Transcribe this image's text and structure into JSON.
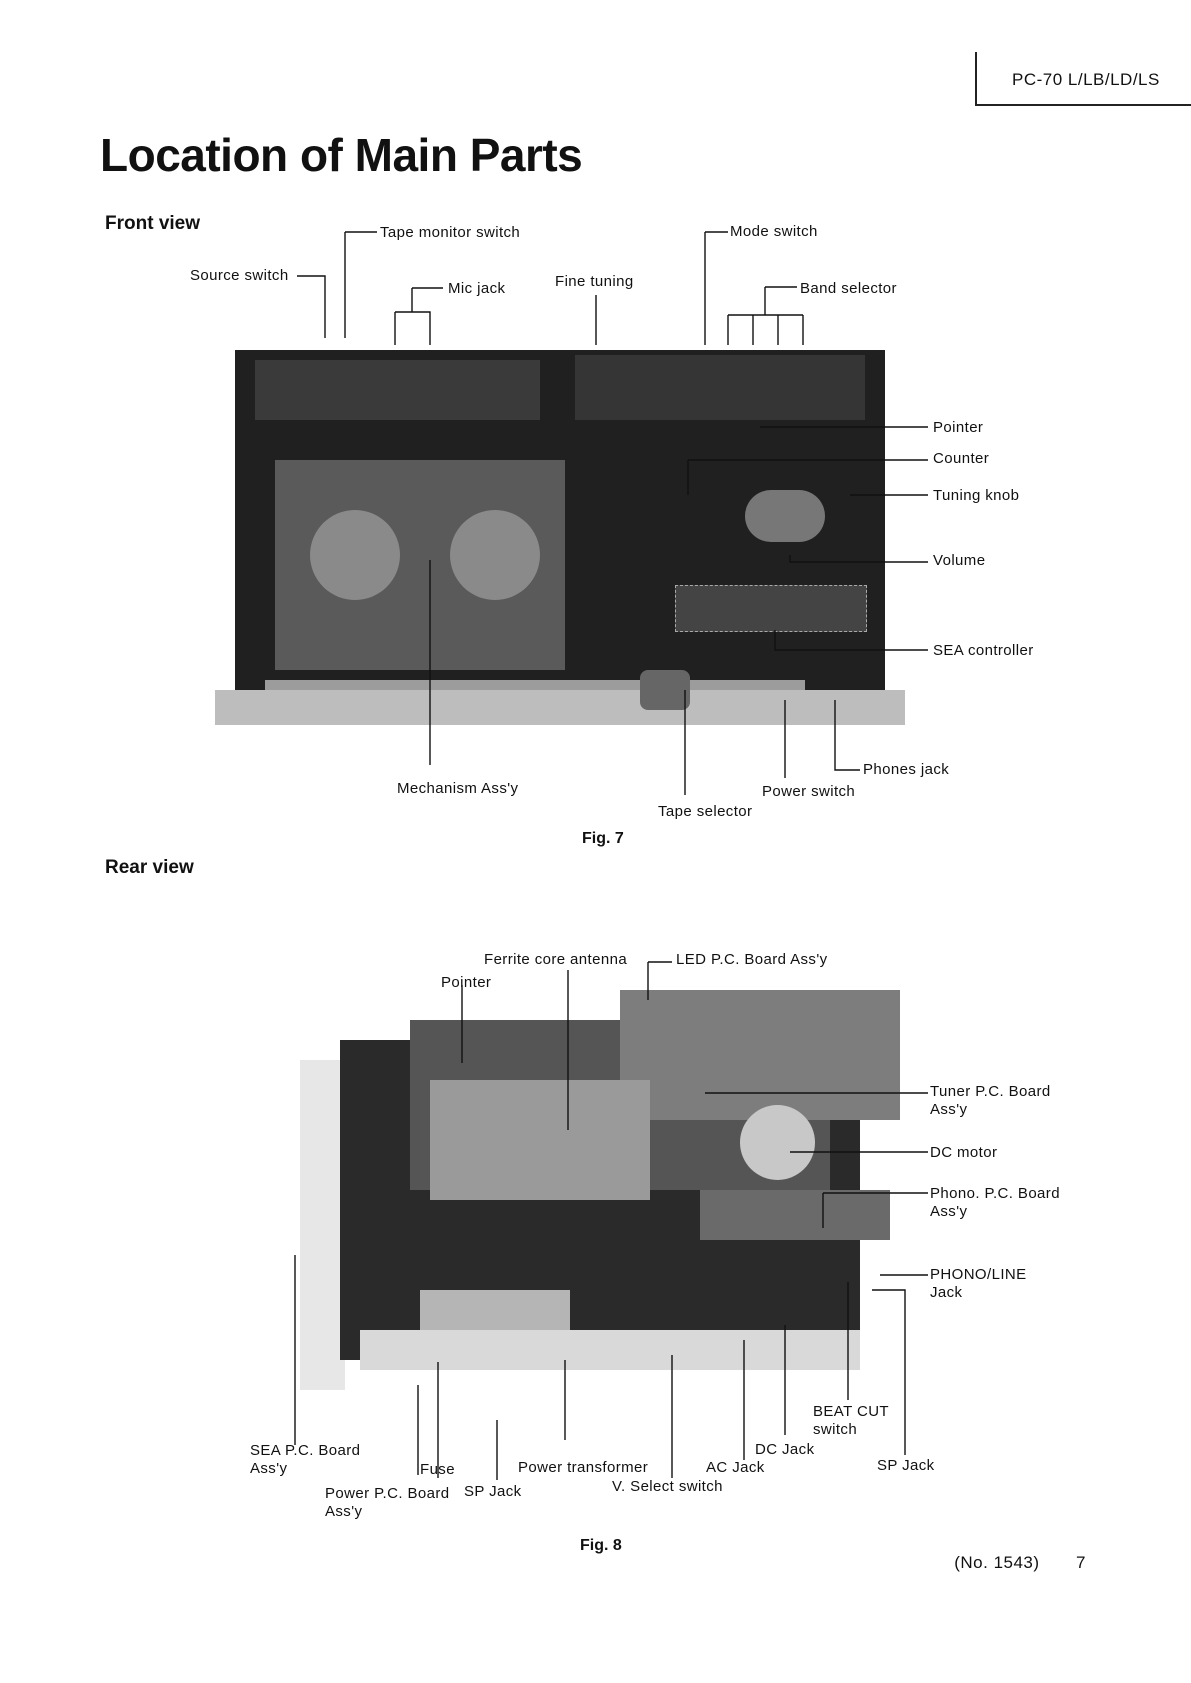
{
  "header": {
    "model": "PC-70 L/LB/LD/LS"
  },
  "title": "Location of Main Parts",
  "front": {
    "heading": "Front view",
    "labels": {
      "tape_monitor_switch": "Tape monitor switch",
      "mode_switch": "Mode switch",
      "source_switch": "Source switch",
      "mic_jack": "Mic jack",
      "fine_tuning": "Fine tuning",
      "band_selector": "Band selector",
      "pointer": "Pointer",
      "counter": "Counter",
      "tuning_knob": "Tuning knob",
      "volume": "Volume",
      "sea_controller": "SEA controller",
      "phones_jack": "Phones jack",
      "mechanism": "Mechanism Ass'y",
      "power_switch": "Power switch",
      "tape_selector": "Tape selector"
    },
    "figure": "Fig. 7"
  },
  "rear": {
    "heading": "Rear view",
    "labels": {
      "ferrite": "Ferrite core antenna",
      "led_board": "LED P.C. Board Ass'y",
      "pointer": "Pointer",
      "tuner_board_1": "Tuner P.C. Board",
      "tuner_board_2": "Ass'y",
      "dc_motor": "DC motor",
      "phono_board_1": "Phono. P.C. Board",
      "phono_board_2": "Ass'y",
      "phono_line_1": "PHONO/LINE",
      "phono_line_2": "Jack",
      "beat_cut_1": "BEAT CUT",
      "beat_cut_2": "switch",
      "dc_jack": "DC Jack",
      "sea_board_1": "SEA P.C. Board",
      "sea_board_2": "Ass'y",
      "fuse": "Fuse",
      "power_transformer": "Power transformer",
      "ac_jack": "AC Jack",
      "sp_jack_right": "SP Jack",
      "power_board_1": "Power P.C. Board",
      "power_board_2": "Ass'y",
      "sp_jack_left": "SP Jack",
      "v_select": "V. Select switch"
    },
    "figure": "Fig. 8"
  },
  "footer": {
    "doc_no": "(No. 1543)",
    "page": "7"
  }
}
